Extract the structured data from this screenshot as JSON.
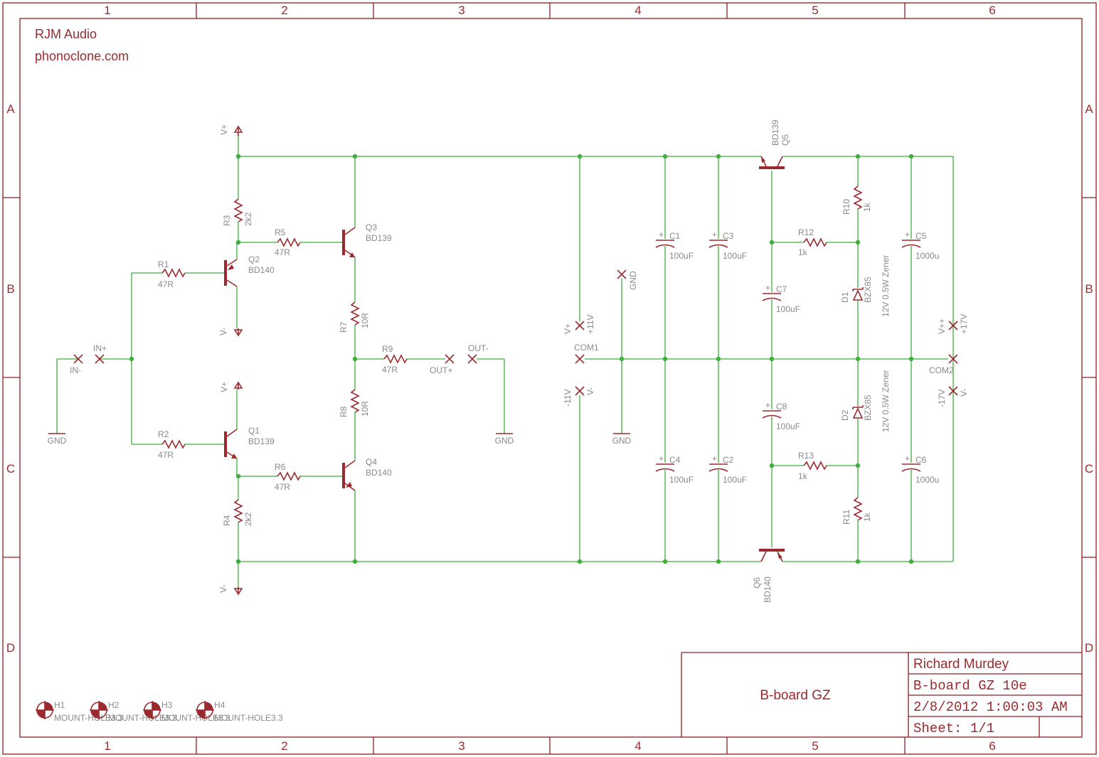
{
  "brand": {
    "company": "RJM Audio",
    "website": "phonoclone.com"
  },
  "title_block": {
    "title": "B-board GZ",
    "author": "Richard Murdey",
    "doc": "B-board GZ 10e",
    "date": "2/8/2012 1:00:03 AM",
    "sheet": "Sheet: 1/1"
  },
  "frame": {
    "columns": [
      "1",
      "2",
      "3",
      "4",
      "5",
      "6"
    ],
    "rows": [
      "A",
      "B",
      "C",
      "D"
    ]
  },
  "parts": {
    "q1": {
      "ref": "Q1",
      "value": "BD139"
    },
    "q2": {
      "ref": "Q2",
      "value": "BD140"
    },
    "q3": {
      "ref": "Q3",
      "value": "BD139"
    },
    "q4": {
      "ref": "Q4",
      "value": "BD140"
    },
    "q5": {
      "ref": "Q5",
      "value": "BD139"
    },
    "q6": {
      "ref": "Q6",
      "value": "BD140"
    },
    "r1": {
      "ref": "R1",
      "value": "47R"
    },
    "r2": {
      "ref": "R2",
      "value": "47R"
    },
    "r3": {
      "ref": "R3",
      "value": "2k2"
    },
    "r4": {
      "ref": "R4",
      "value": "2k2"
    },
    "r5": {
      "ref": "R5",
      "value": "47R"
    },
    "r6": {
      "ref": "R6",
      "value": "47R"
    },
    "r7": {
      "ref": "R7",
      "value": "10R"
    },
    "r8": {
      "ref": "R8",
      "value": "10R"
    },
    "r9": {
      "ref": "R9",
      "value": "47R"
    },
    "r10": {
      "ref": "R10",
      "value": "1k"
    },
    "r11": {
      "ref": "R11",
      "value": "1k"
    },
    "r12": {
      "ref": "R12",
      "value": "1k"
    },
    "r13": {
      "ref": "R13",
      "value": "1k"
    },
    "c1": {
      "ref": "C1",
      "value": "100uF"
    },
    "c2": {
      "ref": "C2",
      "value": "100uF"
    },
    "c3": {
      "ref": "C3",
      "value": "100uF"
    },
    "c4": {
      "ref": "C4",
      "value": "100uF"
    },
    "c5": {
      "ref": "C5",
      "value": "1000u"
    },
    "c6": {
      "ref": "C6",
      "value": "1000u"
    },
    "c7": {
      "ref": "C7",
      "value": "100uF"
    },
    "c8": {
      "ref": "C8",
      "value": "100uF"
    },
    "d1": {
      "ref": "D1",
      "value": "BZX85",
      "note": "12V 0.5W Zener"
    },
    "d2": {
      "ref": "D2",
      "value": "BZX85",
      "note": "12V 0.5W Zener"
    }
  },
  "nets": {
    "vplus": "V+",
    "vminus": "V-",
    "gnd": "GND",
    "in_minus": "IN-",
    "in_plus": "IN+",
    "out_minus": "OUT-",
    "out_plus": "OUT+",
    "p11": "+11V",
    "m11": "-11V",
    "p17": "+17V",
    "m17": "-17V",
    "vpp": "V++",
    "com1": "COM1",
    "com2": "COM2"
  },
  "mount_holes": [
    {
      "ref": "H1",
      "value": "MOUNT-HOLE3.3"
    },
    {
      "ref": "H2",
      "value": "MOUNT-HOLE3.3"
    },
    {
      "ref": "H3",
      "value": "MOUNT-HOLE3.3"
    },
    {
      "ref": "H4",
      "value": "MOUNT-HOLE3.3"
    }
  ],
  "colors": {
    "frame": "#8c1f23",
    "wire": "#3fae3f",
    "part": "#9b2a2f",
    "label": "#8a8a8a"
  }
}
